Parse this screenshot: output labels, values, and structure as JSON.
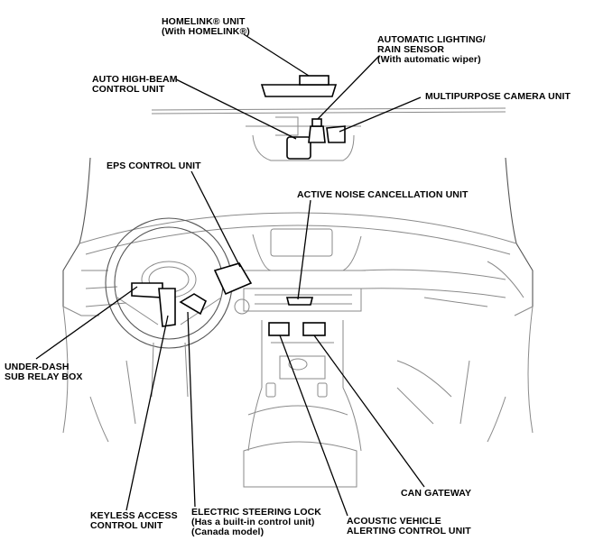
{
  "labels": {
    "homelink": [
      "HOMELINK® UNIT",
      "(With HOMELINK®)"
    ],
    "auto_lighting": [
      "AUTOMATIC LIGHTING/",
      "RAIN SENSOR",
      "(With automatic wiper)"
    ],
    "auto_high_beam": [
      "AUTO HIGH-BEAM",
      "CONTROL UNIT"
    ],
    "multipurpose_camera": [
      "MULTIPURPOSE CAMERA UNIT"
    ],
    "eps": [
      "EPS CONTROL UNIT"
    ],
    "active_noise": [
      "ACTIVE NOISE CANCELLATION UNIT"
    ],
    "under_dash": [
      "UNDER-DASH",
      "SUB RELAY BOX"
    ],
    "can_gateway": [
      "CAN GATEWAY"
    ],
    "keyless": [
      "KEYLESS ACCESS",
      "CONTROL UNIT"
    ],
    "steering_lock": [
      "ELECTRIC STEERING LOCK",
      "(Has a built-in control unit)",
      "(Canada model)"
    ],
    "acoustic": [
      "ACOUSTIC VEHICLE",
      "ALERTING CONTROL UNIT"
    ]
  }
}
